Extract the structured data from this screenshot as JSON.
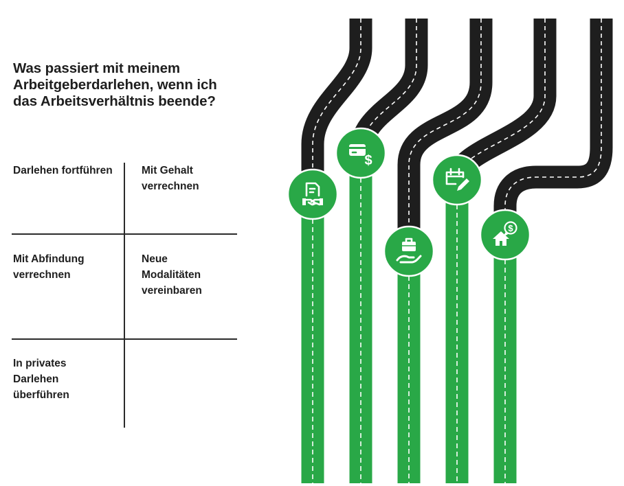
{
  "title": "Was passiert mit meinem Arbeitgeberdarlehen, wenn ich das Arbeitsverhältnis beende?",
  "options": [
    {
      "label": "Darlehen fortführen",
      "icon": "handshake-document-icon"
    },
    {
      "label": "Mit Gehalt verrechnen",
      "icon": "credit-card-dollar-icon"
    },
    {
      "label": "Mit Abfindung verrechnen",
      "icon": "hand-briefcase-icon"
    },
    {
      "label": "Neue Modalitäten vereinbaren",
      "icon": "calendar-edit-icon"
    },
    {
      "label": "In privates Darlehen überführen",
      "icon": "house-dollar-icon"
    }
  ],
  "colors": {
    "road": "#1e1e1e",
    "green": "#29a847",
    "lane": "#ffffff",
    "text": "#1e1e1e",
    "divider": "#2a2a2a"
  }
}
